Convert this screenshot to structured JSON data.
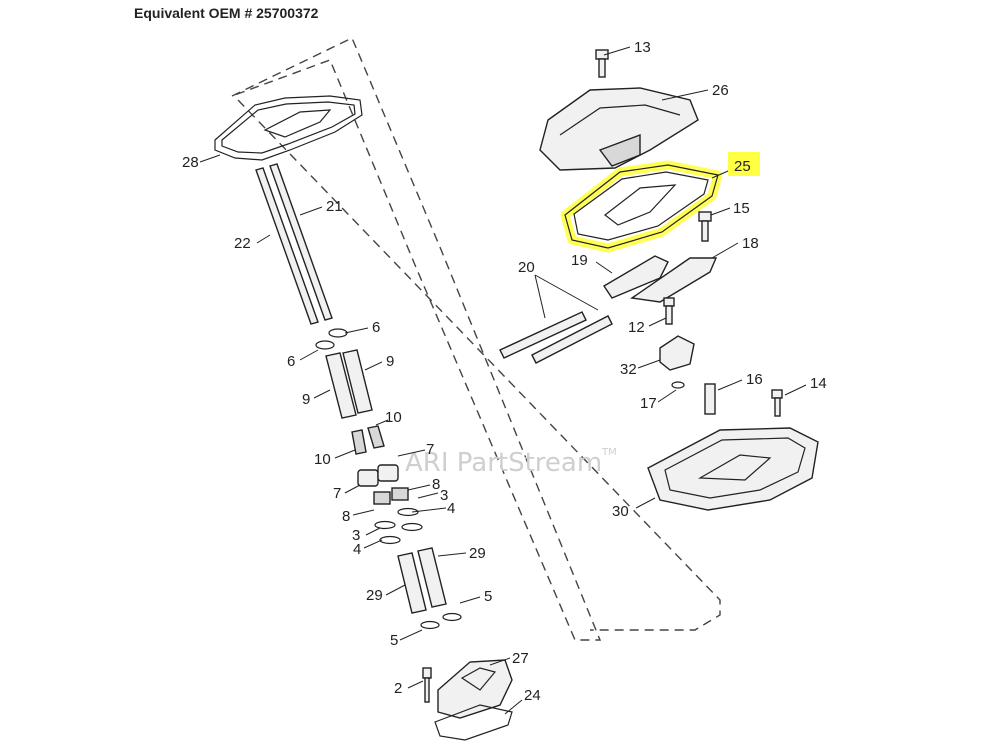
{
  "header": {
    "title": "Equivalent OEM # 25700372"
  },
  "watermark": {
    "text": "ARI PartStream",
    "tm": "TM"
  },
  "highlight": {
    "color": "#ffff44",
    "part": "25"
  },
  "callouts": {
    "c2": "2",
    "c3a": "3",
    "c3b": "3",
    "c4a": "4",
    "c4b": "4",
    "c5a": "5",
    "c5b": "5",
    "c6a": "6",
    "c6b": "6",
    "c7a": "7",
    "c7b": "7",
    "c8a": "8",
    "c8b": "8",
    "c9a": "9",
    "c9b": "9",
    "c10a": "10",
    "c10b": "10",
    "c12": "12",
    "c13": "13",
    "c14": "14",
    "c15": "15",
    "c16": "16",
    "c17": "17",
    "c18": "18",
    "c19": "19",
    "c20": "20",
    "c21": "21",
    "c22": "22",
    "c24": "24",
    "c25": "25",
    "c26": "26",
    "c27": "27",
    "c28": "28",
    "c29a": "29",
    "c29b": "29",
    "c30": "30",
    "c32": "32"
  }
}
